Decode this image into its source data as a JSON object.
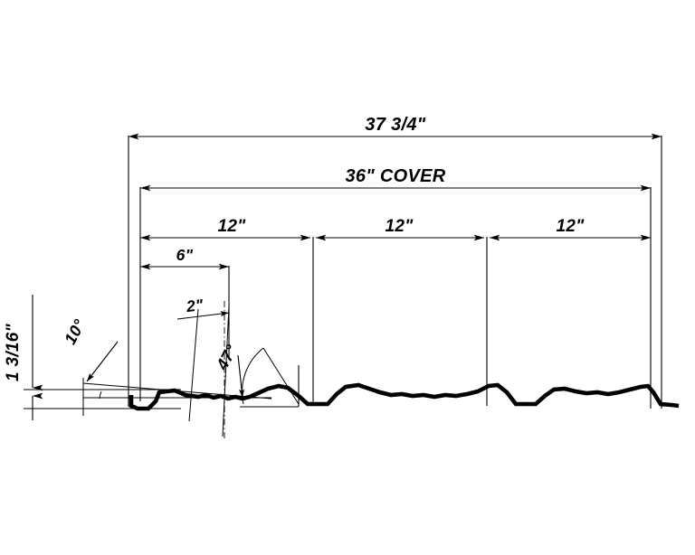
{
  "drawing": {
    "type": "technical-line-drawing",
    "subject": "corrugated metal roof panel cross-section profile",
    "background_color": "#ffffff",
    "line_color": "#000000",
    "dimensions": {
      "overall_width": "37 3/4\"",
      "cover_width": "36\" COVER",
      "module_1": "12\"",
      "module_2": "12\"",
      "module_3": "12\"",
      "first_rib_offset": "6\"",
      "minor_rib_offset": "2\"",
      "panel_height": "1 3/16\"",
      "edge_angle": "10°",
      "rib_angle": "47°"
    }
  },
  "chart_data": {
    "type": "line",
    "title": "",
    "xlabel": "",
    "ylabel": "",
    "notes": "Cross-section profile of a 36-inch-cover ribbed metal panel, overall width 37 3/4 inch, rib height 1 3/16 inch, ribs on 12 inch modules.",
    "labels": [
      "37 3/4\"",
      "36\" COVER",
      "12\"",
      "12\"",
      "12\"",
      "6\"",
      "2\"",
      "1 3/16\"",
      "10°",
      "47°"
    ]
  }
}
